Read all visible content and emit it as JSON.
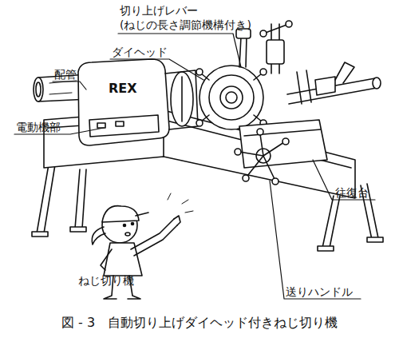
{
  "diagram": {
    "caption": "図 - 3　自動切り上げダイヘッド付きねじ切り機",
    "labels": [
      "切り上げレバー (ねじの長さ調節機構付き)",
      "ダイヘッド",
      "配管",
      "REX",
      "電動機部",
      "往復台",
      "ねじ切り機",
      "送りハンドル"
    ]
  }
}
